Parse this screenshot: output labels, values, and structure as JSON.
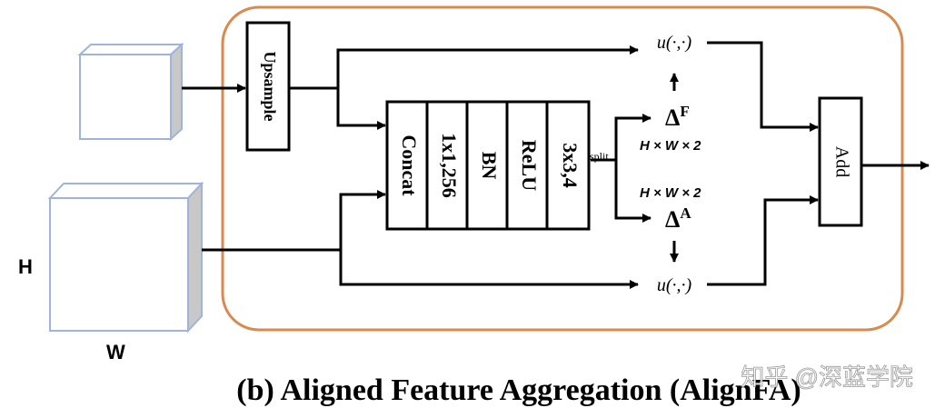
{
  "colors": {
    "panel_border": "#d98b4f",
    "cube_border": "#9fb4dc",
    "cube_side": "#c8c8c8",
    "stroke": "#000000"
  },
  "blocks": {
    "upsample": "Upsample",
    "concat": "Concat",
    "conv1": "1x1,256",
    "bn": "BN",
    "relu": "ReLU",
    "conv3": "3x3,4",
    "add": "Add"
  },
  "labels": {
    "split": "split",
    "warp_top": "u(·,·)",
    "warp_bottom": "u(·,·)",
    "delta_f": "Δ",
    "delta_f_sup": "F",
    "delta_a": "Δ",
    "delta_a_sup": "A",
    "dims_top": "H × W × 2",
    "dims_bottom": "H × W × 2",
    "feature_h": "H",
    "feature_w": "W"
  },
  "caption": "(b) Aligned Feature Aggregation (AlignFA)",
  "watermark": "知乎 @深蓝学院",
  "icons": [
    "arrow-head-icon"
  ]
}
